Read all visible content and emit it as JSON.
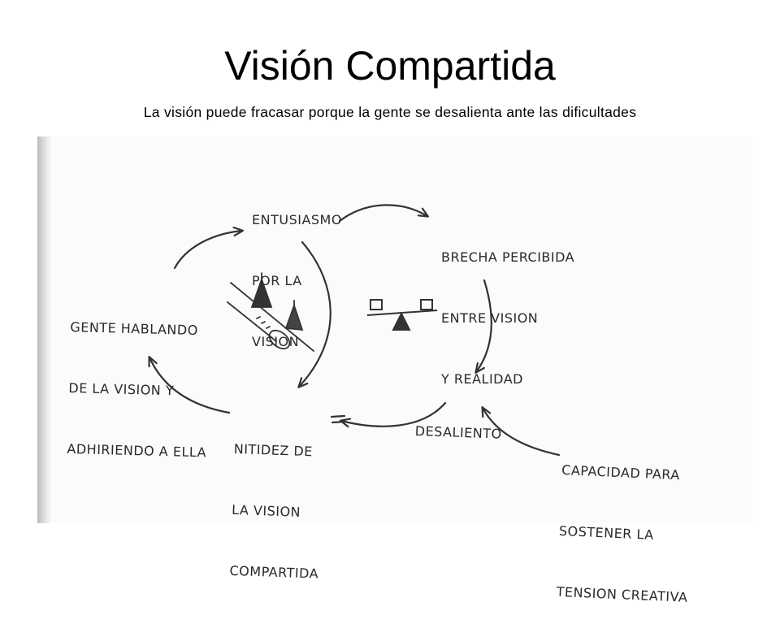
{
  "title": "Visión Compartida",
  "subtitle": "La visión puede fracasar porque la gente se desalienta ante las dificultades",
  "diagram": {
    "nodes": {
      "entusiasmo": [
        "ENTUSIASMO",
        "POR LA",
        "VISION"
      ],
      "brecha": [
        "BRECHA PERCIBIDA",
        "ENTRE VISION",
        "Y REALIDAD"
      ],
      "gente": [
        "GENTE HABLANDO",
        "DE LA VISION Y",
        "ADHIRIENDO A ELLA"
      ],
      "desaliento": [
        "DESALIENTO"
      ],
      "nitidez": [
        "NITIDEZ DE",
        "LA VISION",
        "COMPARTIDA"
      ],
      "capacidad": [
        "CAPACIDAD PARA",
        "SOSTENER LA",
        "TENSION CREATIVA"
      ]
    },
    "icons": [
      "snowball-rolling-downhill-icon",
      "seesaw-balance-icon"
    ]
  }
}
